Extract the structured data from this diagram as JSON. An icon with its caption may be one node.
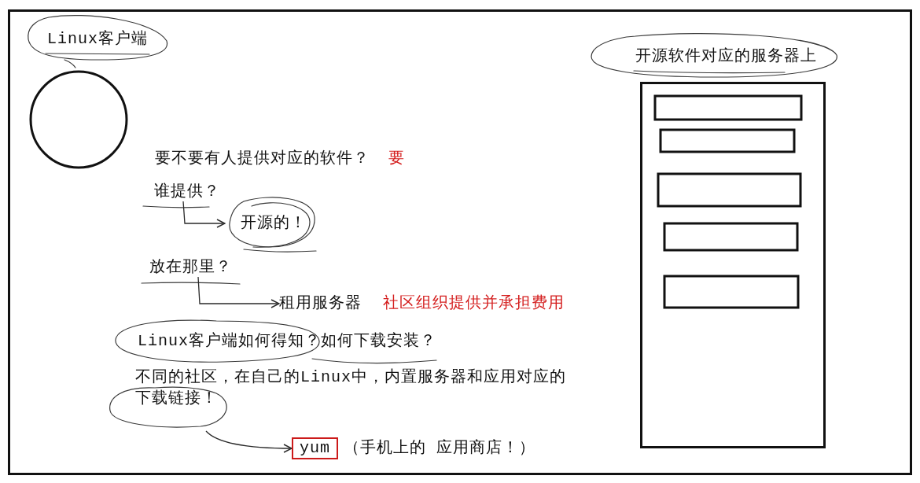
{
  "diagram": {
    "nodes": [
      {
        "text": [
          "Linux客户端"
        ]
      },
      {
        "text": [
          "开源软件对应的服务器上"
        ]
      },
      {
        "text": [
          "谁提供？"
        ]
      },
      {
        "text": [
          "开源的！"
        ]
      },
      {
        "text": [
          "放在那里？"
        ]
      },
      {
        "text": [
          "租用服务器"
        ],
        "beside": [
          "社区组织提供并承担费用"
        ]
      },
      {
        "text": [
          "不同的社区，在自己的Linux中，内置服务器和应用对应的下载链接！"
        ]
      },
      {
        "text": [
          "yum"
        ],
        "beside": [
          "（手机上的 应用商店！）"
        ]
      }
    ],
    "edges": [
      {
        "from": 2,
        "to": 3,
        "arrow": "to"
      },
      {
        "from": 4,
        "to": 5,
        "arrow": "to"
      },
      {
        "from": 6,
        "to": 7,
        "arrow": "to"
      }
    ],
    "labels": [
      "要不要有人提供对应的软件？",
      "要",
      "Linux客户端如何得知？如何下载安装？"
    ]
  }
}
